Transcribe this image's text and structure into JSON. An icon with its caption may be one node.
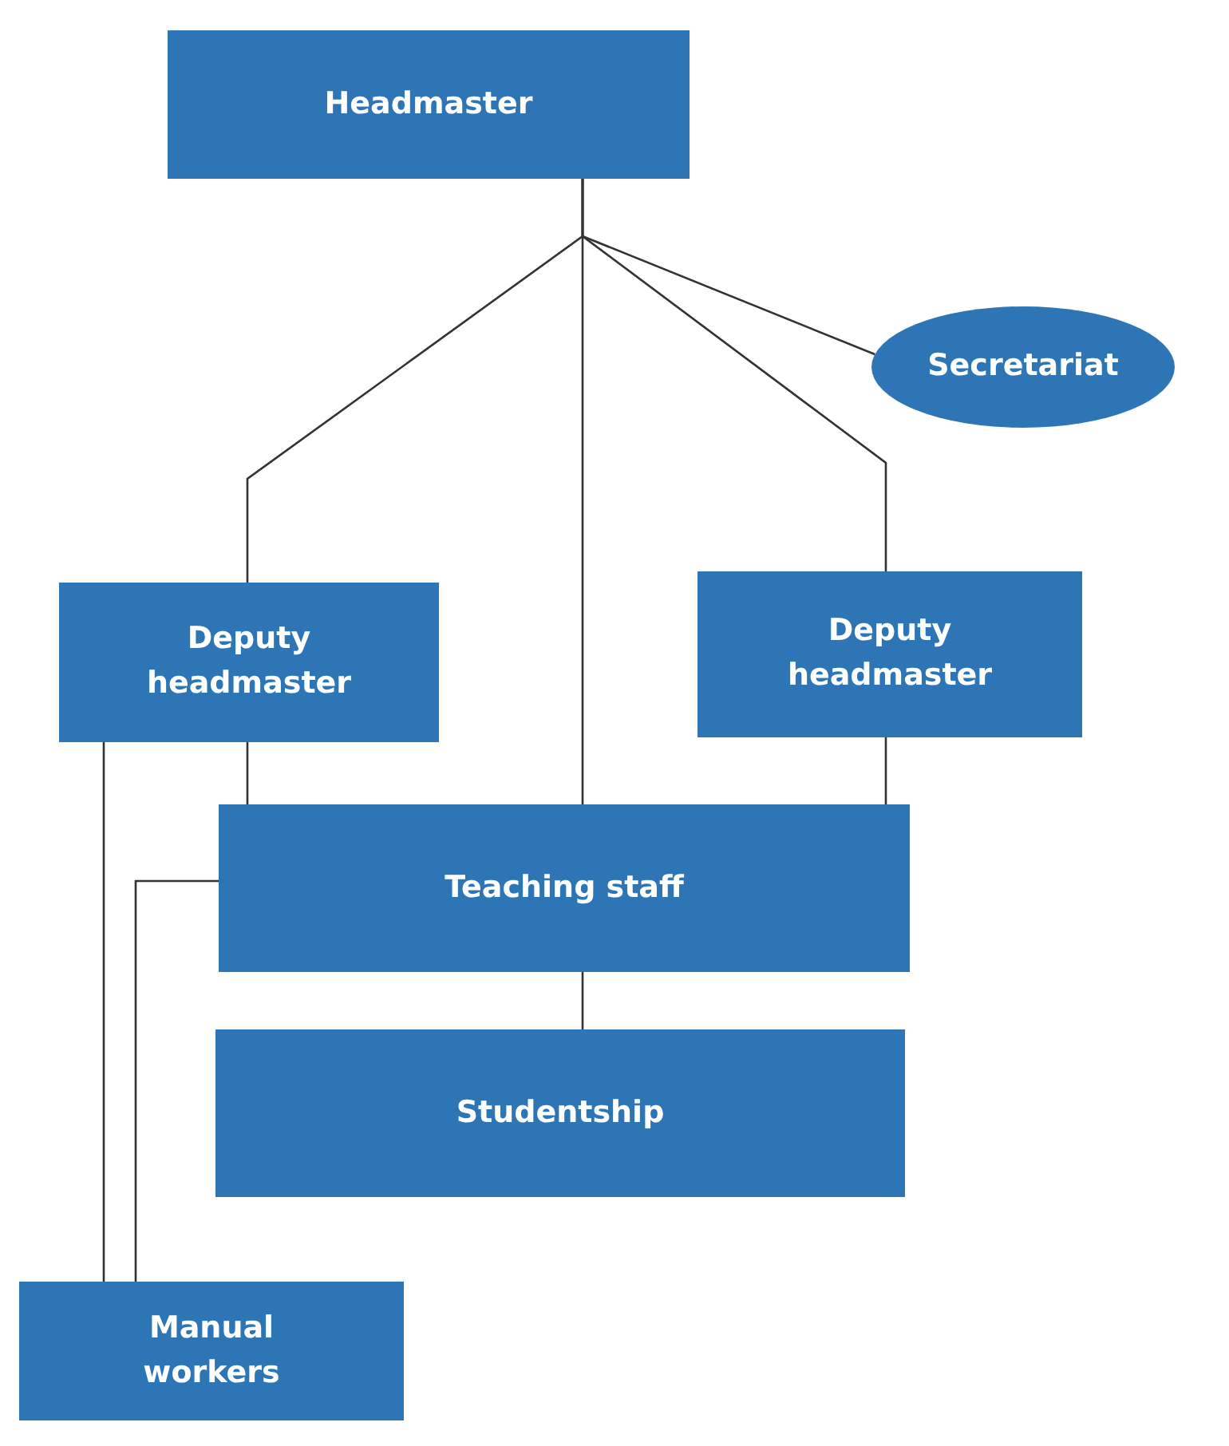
{
  "diagram": {
    "nodes": [
      {
        "text": [
          "Headmaster"
        ]
      },
      {
        "text": [
          "Secretariat"
        ]
      },
      {
        "text": [
          "Deputy headmaster"
        ]
      },
      {
        "text": [
          "Deputy headmaster"
        ]
      },
      {
        "text": [
          "Teaching staff"
        ]
      },
      {
        "text": [
          "Studentship"
        ]
      },
      {
        "text": [
          "Manual workers"
        ]
      }
    ],
    "edges": [
      {
        "from": 0,
        "to": 2,
        "arrow": "none"
      },
      {
        "from": 0,
        "to": 4,
        "arrow": "none"
      },
      {
        "from": 0,
        "to": 3,
        "arrow": "none"
      },
      {
        "from": 0,
        "to": 1,
        "arrow": "none"
      },
      {
        "from": 2,
        "to": 4,
        "arrow": "none"
      },
      {
        "from": 3,
        "to": 4,
        "arrow": "none"
      },
      {
        "from": 4,
        "to": 5,
        "arrow": "none"
      },
      {
        "from": 2,
        "to": 6,
        "arrow": "none"
      },
      {
        "from": 4,
        "to": 6,
        "arrow": "none"
      }
    ]
  }
}
